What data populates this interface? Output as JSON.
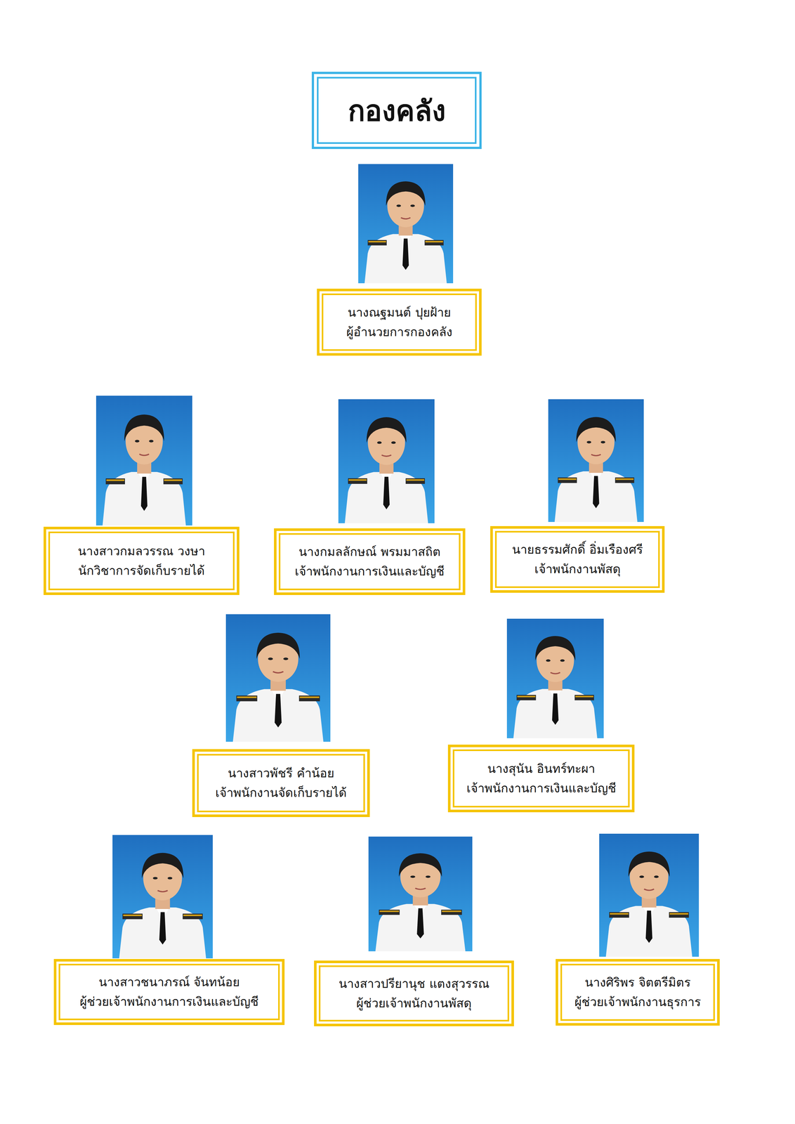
{
  "diagram": {
    "title": "กองคลัง",
    "nodes": [
      {
        "text": [
          "นางณฐมนต์ ปุยฝ้าย",
          "ผู้อำนวยการกองคลัง"
        ]
      },
      {
        "text": [
          "นางสาวกมลวรรณ วงษา",
          "นักวิชาการจัดเก็บรายได้"
        ]
      },
      {
        "text": [
          "นางกมลลักษณ์ พรมมาสถิต",
          "เจ้าพนักงานการเงินและบัญชี"
        ]
      },
      {
        "text": [
          "นายธรรมศักดิ์ อิ่มเรืองศรี",
          "เจ้าพนักงานพัสดุ"
        ]
      },
      {
        "text": [
          "นางสาวพัชรี คำน้อย",
          "เจ้าพนักงานจัดเก็บรายได้"
        ]
      },
      {
        "text": [
          "นางสุนัน อินทร์ทะผา",
          "เจ้าพนักงานการเงินและบัญชี"
        ]
      },
      {
        "text": [
          "นางสาวชนาภรณ์ จันทน้อย",
          "ผู้ช่วยเจ้าพนักงานการเงินและบัญชี"
        ]
      },
      {
        "text": [
          "นางสาวปรียานุช แตงสุวรรณ",
          "ผู้ช่วยเจ้าพนักงานพัสดุ"
        ]
      },
      {
        "text": [
          "นางศิริพร จิตตรีมิตร",
          "ผู้ช่วยเจ้าพนักงานธุรการ"
        ]
      }
    ]
  }
}
